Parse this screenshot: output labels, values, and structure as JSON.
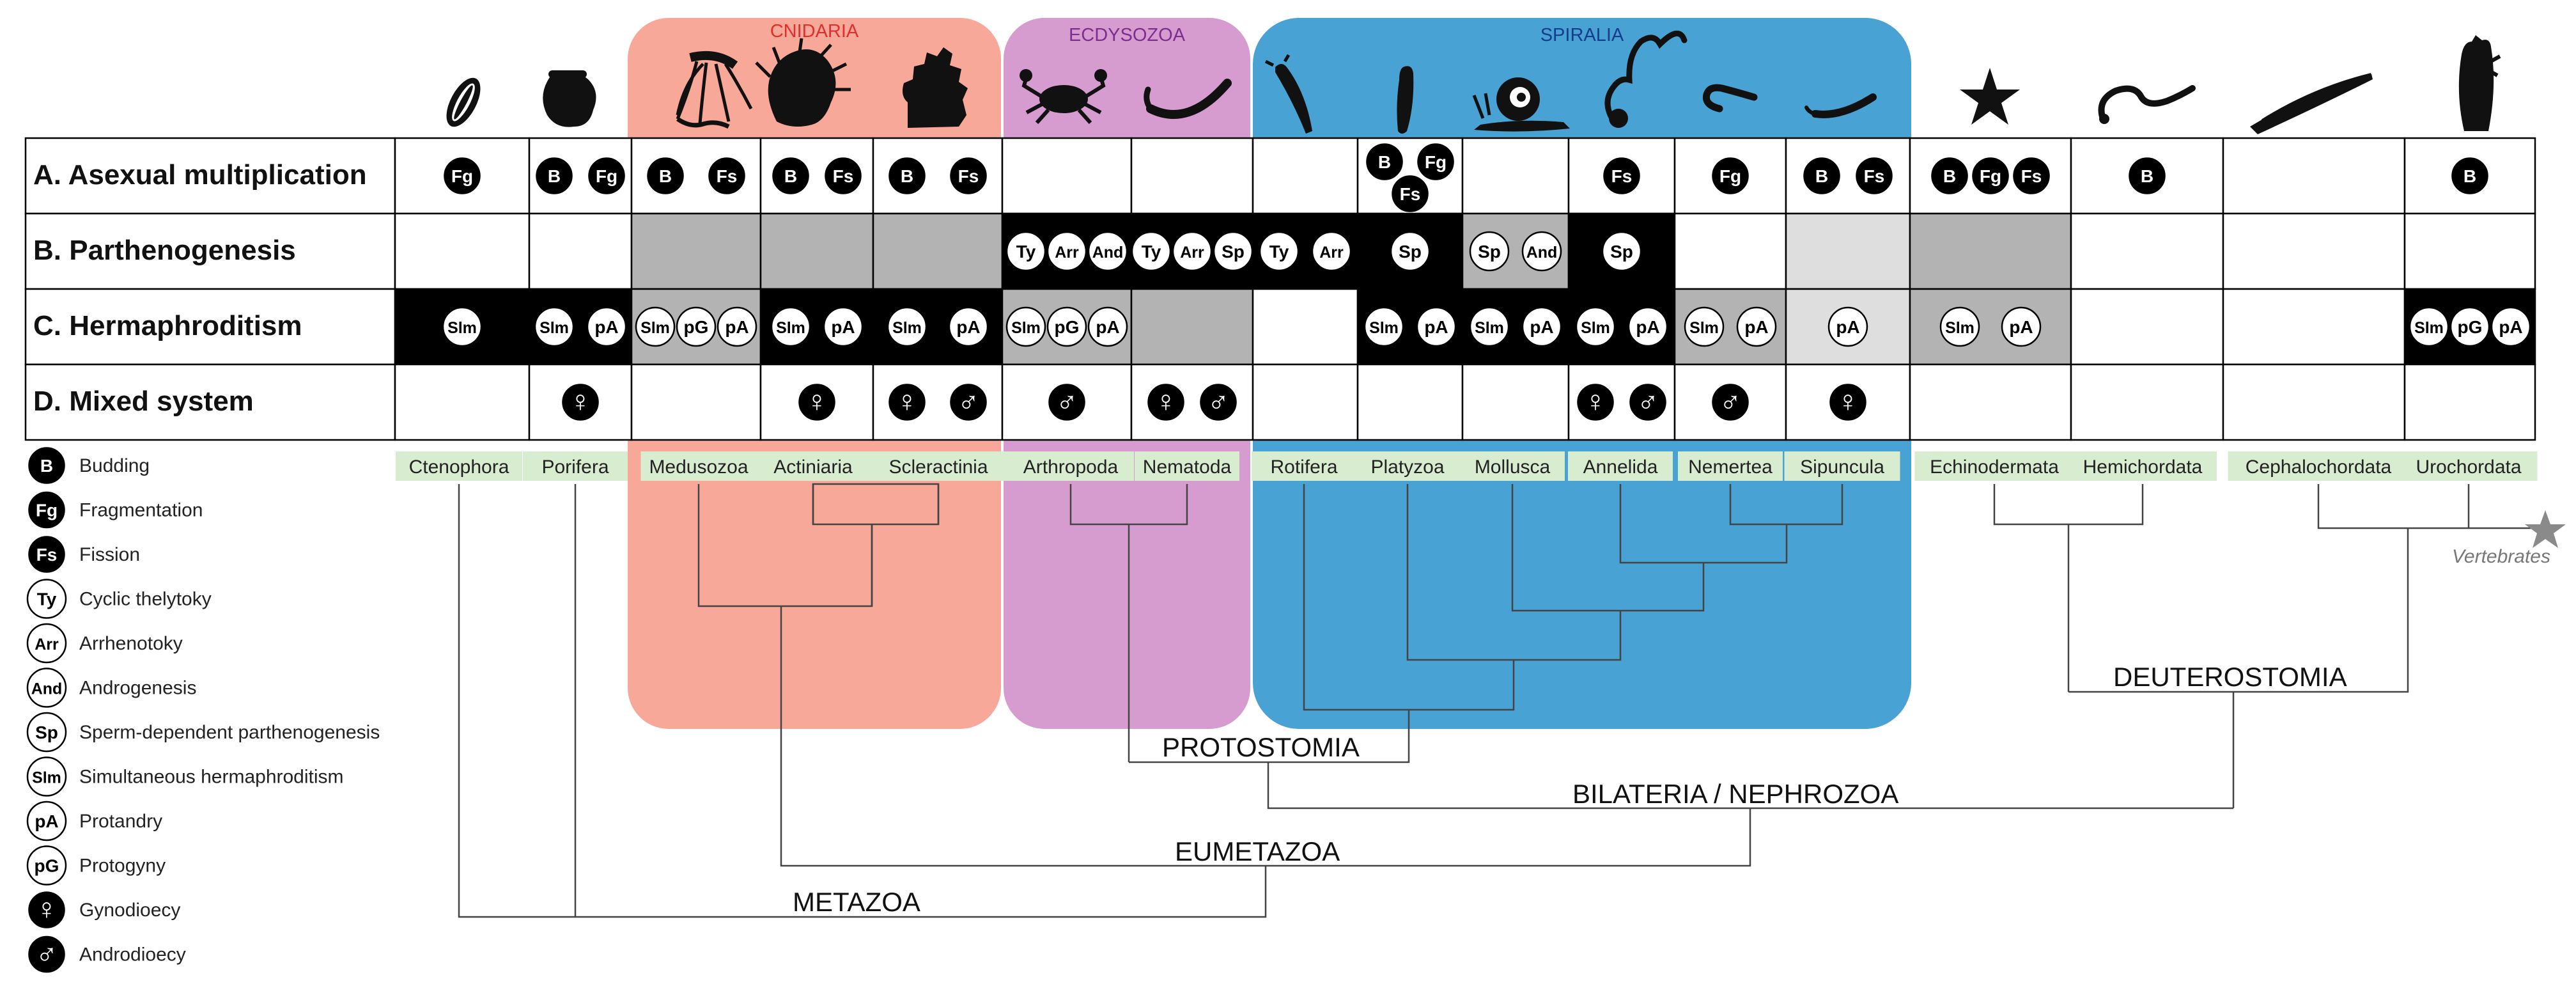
{
  "clades": {
    "cnidaria": "CNIDARIA",
    "ecdysozoa": "ECDYSOZOA",
    "spiralia": "SPIRALIA"
  },
  "rows": [
    "A. Asexual multiplication",
    "B. Parthenogenesis",
    "C. Hermaphroditism",
    "D. Mixed system"
  ],
  "taxa": [
    "Ctenophora",
    "Porifera",
    "Medusozoa",
    "Actiniaria",
    "Scleractinia",
    "Arthropoda",
    "Nematoda",
    "Rotifera",
    "Platyzoa",
    "Mollusca",
    "Annelida",
    "Nemertea",
    "Sipuncula",
    "Echinodermata",
    "Hemichordata",
    "Cephalochordata",
    "Urochordata"
  ],
  "cells": {
    "A": [
      [
        "Fg"
      ],
      [
        "B",
        "Fg"
      ],
      [
        "B",
        "Fs"
      ],
      [
        "B",
        "Fs"
      ],
      [
        "B",
        "Fs"
      ],
      [],
      [],
      [],
      [
        "B",
        "Fg",
        "Fs"
      ],
      [],
      [
        "Fs"
      ],
      [
        "Fg"
      ],
      [
        "B",
        "Fs"
      ],
      [
        "B",
        "Fg",
        "Fs"
      ],
      [
        "B"
      ],
      [],
      [
        "B"
      ]
    ],
    "B": [
      [],
      [],
      [],
      [],
      [],
      [
        "Ty",
        "Arr",
        "And"
      ],
      [
        "Ty",
        "Arr",
        "Sp"
      ],
      [
        "Ty",
        "Arr"
      ],
      [
        "Sp"
      ],
      [
        "Sp",
        "And"
      ],
      [
        "Sp"
      ],
      [],
      [],
      [],
      [],
      [],
      []
    ],
    "C": [
      [
        "Slm"
      ],
      [
        "Slm",
        "pA"
      ],
      [
        "Slm",
        "pG",
        "pA"
      ],
      [
        "Slm",
        "pA"
      ],
      [
        "Slm",
        "pA"
      ],
      [
        "Slm",
        "pG",
        "pA"
      ],
      [],
      [],
      [
        "Slm",
        "pA"
      ],
      [
        "Slm",
        "pA"
      ],
      [
        "Slm",
        "pA"
      ],
      [
        "Slm",
        "pA"
      ],
      [
        "pA"
      ],
      [
        "Slm",
        "pA"
      ],
      [],
      [],
      [
        "Slm",
        "pG",
        "pA"
      ]
    ],
    "D": [
      [],
      [
        "♀"
      ],
      [],
      [
        "♀"
      ],
      [
        "♀",
        "♂"
      ],
      [
        "♂"
      ],
      [
        "♀",
        "♂"
      ],
      [],
      [],
      [],
      [
        "♀",
        "♂"
      ],
      [
        "♂"
      ],
      [
        "♀"
      ],
      [],
      [],
      [],
      []
    ]
  },
  "cell_shading": {
    "B": [
      "white",
      "white",
      "gray",
      "gray",
      "gray",
      "black",
      "black",
      "black",
      "black",
      "gray",
      "black",
      "white",
      "lightgray",
      "gray",
      "white",
      "white",
      "white"
    ],
    "C": [
      "black",
      "black",
      "gray",
      "black",
      "black",
      "gray",
      "gray",
      "white",
      "black",
      "black",
      "black",
      "gray",
      "lightgray",
      "gray",
      "white",
      "white",
      "black"
    ]
  },
  "symbol_styles": {
    "B": "filled",
    "Fg": "filled",
    "Fs": "filled",
    "Ty": "outline",
    "Arr": "outline",
    "And": "outline",
    "Sp": "outline",
    "Slm": "outline",
    "pA": "outline",
    "pG": "outline",
    "♀": "filled",
    "♂": "filled"
  },
  "legend": [
    {
      "symbol": "B",
      "label": "Budding"
    },
    {
      "symbol": "Fg",
      "label": "Fragmentation"
    },
    {
      "symbol": "Fs",
      "label": "Fission"
    },
    {
      "symbol": "Ty",
      "label": "Cyclic thelytoky"
    },
    {
      "symbol": "Arr",
      "label": "Arrhenotoky"
    },
    {
      "symbol": "And",
      "label": "Androgenesis"
    },
    {
      "symbol": "Sp",
      "label": "Sperm-dependent parthenogenesis"
    },
    {
      "symbol": "Slm",
      "label": "Simultaneous hermaphroditism"
    },
    {
      "symbol": "pA",
      "label": "Protandry"
    },
    {
      "symbol": "pG",
      "label": "Protogyny"
    },
    {
      "symbol": "♀",
      "label": "Gynodioecy"
    },
    {
      "symbol": "♂",
      "label": "Androdioecy"
    }
  ],
  "tree_labels": {
    "protostomia": "PROTOSTOMIA",
    "bilateria": "BILATERIA / NEPHROZOA",
    "eumetazoa": "EUMETAZOA",
    "metazoa": "METAZOA",
    "deuterostomia": "DEUTEROSTOMIA",
    "vertebrates": "Vertebrates"
  },
  "colors": {
    "cnidaria": "#F8A898",
    "ecdysozoa": "#D79CCF",
    "spiralia": "#48A2D4",
    "cnidaria_text": "#E0302E",
    "ecdysozoa_text": "#7B2E8E",
    "spiralia_text": "#143E8C",
    "taxon_box": "#D8ECD0",
    "gray_cell": "#B3B3B3",
    "lightgray_cell": "#DEDEDE"
  }
}
